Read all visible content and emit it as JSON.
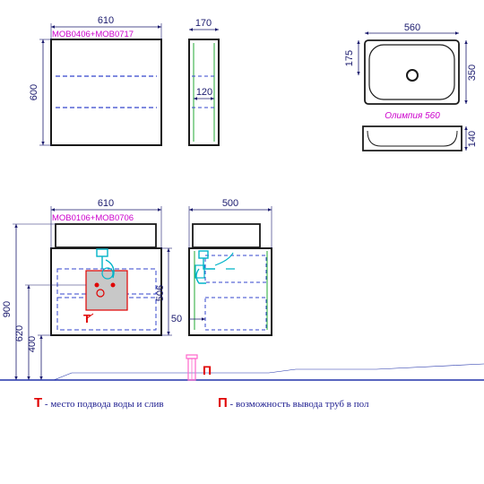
{
  "top_front": {
    "width_dim": "610",
    "height_dim": "600",
    "code": "MOB0406+MOB0717"
  },
  "top_side": {
    "depth_dim": "170",
    "shelf_dim": "120"
  },
  "basin": {
    "width_dim": "560",
    "depth_dim": "350",
    "drain_offset_dim": "175",
    "height_dim": "140",
    "name": "Олимпия 560"
  },
  "cabinet_front": {
    "width_dim": "610",
    "code": "MOB0106+MOB0706",
    "total_height_dim": "900",
    "connection_height_dim": "620",
    "bottom_height_dim": "400",
    "body_height_dim": "506",
    "zone_marker": "T"
  },
  "cabinet_side": {
    "depth_dim": "500",
    "pipe_offset_dim": "50"
  },
  "floor_pipe": {
    "marker": "П"
  },
  "legend": [
    {
      "marker": "Т",
      "text": "- место подвода воды и слив"
    },
    {
      "marker": "П",
      "text": "- возможность вывода труб в пол"
    }
  ],
  "colors": {
    "outline": "#1a1a1a",
    "dimension": "#1a1a6e",
    "code": "#cc00cc",
    "zone_fill": "#c8c8c8",
    "zone_stroke": "#e00000",
    "fittings": "#00b4c8",
    "floor": "#2233aa",
    "floor_pipe": "#ff66cc"
  }
}
